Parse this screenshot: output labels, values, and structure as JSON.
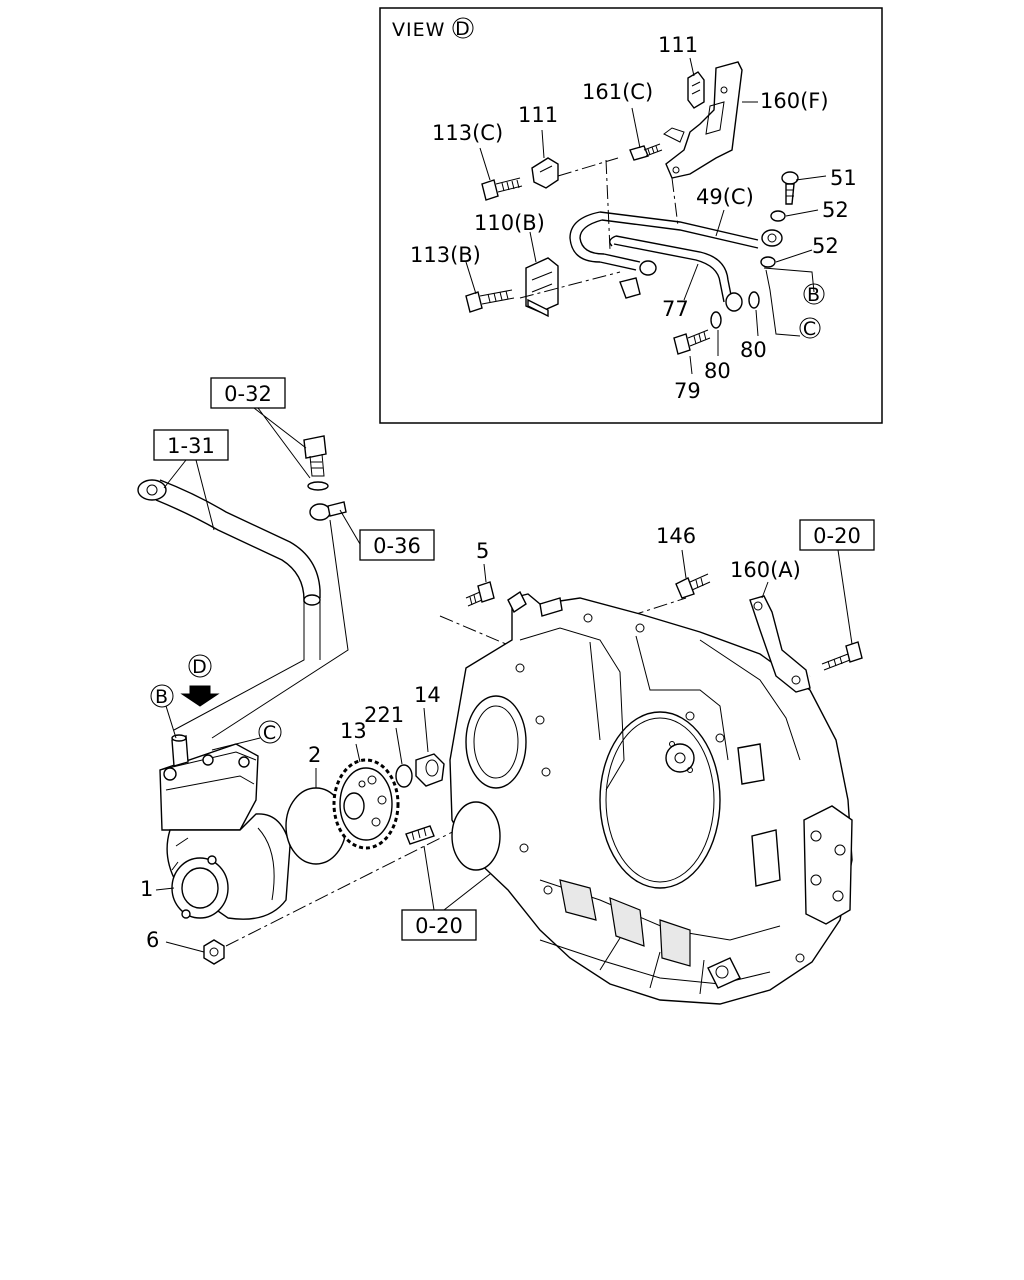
{
  "view_box": {
    "title": "VIEW",
    "circle_letter": "D"
  },
  "labels": {
    "p111a": "111",
    "p160f": "160(F)",
    "p161c": "161(C)",
    "p113c": "113(C)",
    "p111b": "111",
    "p51": "51",
    "p52a": "52",
    "p49c": "49(C)",
    "p110b": "110(B)",
    "p113b": "113(B)",
    "p52b": "52",
    "p77": "77",
    "p80a": "80",
    "p80b": "80",
    "p79": "79",
    "p5": "5",
    "p146": "146",
    "p160a": "160(A)",
    "p1": "1",
    "p2": "2",
    "p6": "6",
    "p13": "13",
    "p221": "221",
    "p14": "14"
  },
  "ref_boxes": {
    "r032": "0-32",
    "r131": "1-31",
    "r036": "0-36",
    "r020a": "0-20",
    "r020b": "0-20"
  },
  "circle_marks": {
    "b_view": "B",
    "c_view": "C",
    "d_main": "D",
    "b_main": "B",
    "c_main": "C"
  }
}
